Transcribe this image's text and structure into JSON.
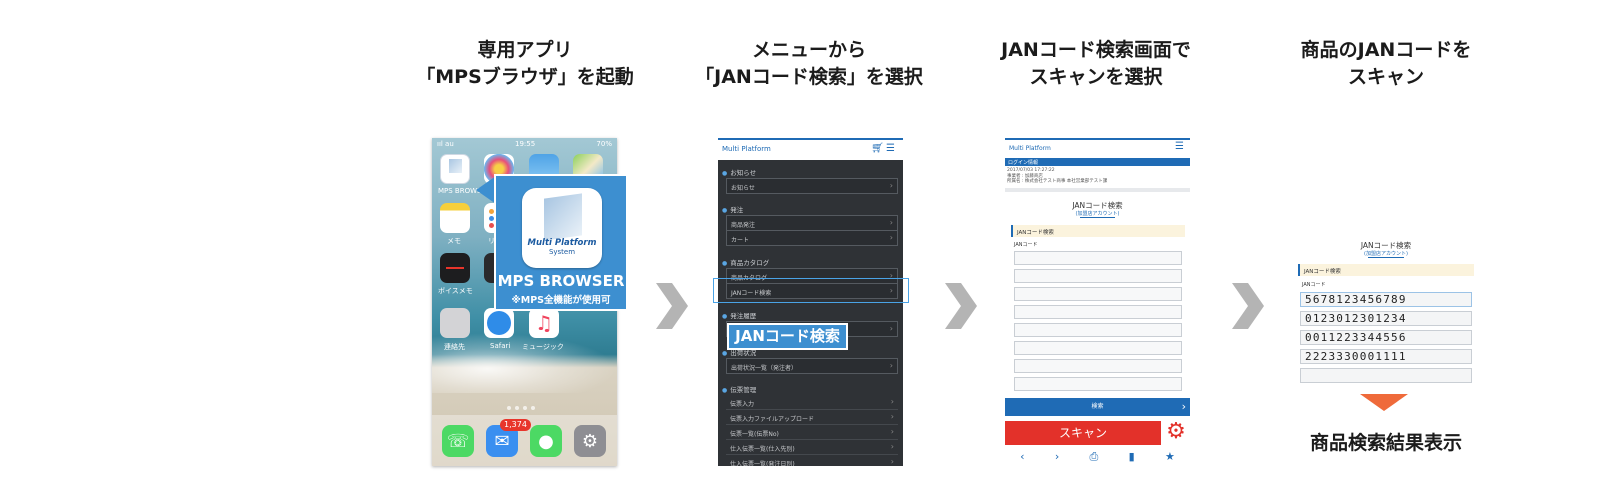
{
  "steps": [
    {
      "line1": "専用アプリ",
      "line2": "「MPSブラウザ」を起動"
    },
    {
      "line1": "メニューから",
      "line2": "「JANコード検索」を選択"
    },
    {
      "line1": "JANコード検索画面で",
      "line2": "スキャンを選択"
    },
    {
      "line1": "商品のJANコードを",
      "line2": "スキャン"
    }
  ],
  "phone1": {
    "status_left": "ııl au",
    "status_time": "19:55",
    "status_right": "70%",
    "mps_label": "MPS BROWSER",
    "memo_label": "メモ",
    "rima_label": "リマ",
    "voice_label": "ボイスメモ",
    "contacts_label": "連絡先",
    "safari_label": "Safari",
    "music_label": "ミュージック",
    "mail_badge": "1,374"
  },
  "popup": {
    "logo_line1": "Multi Platform",
    "logo_line2": "System",
    "title": "MPS BROWSER",
    "subtitle": "※MPS全機能が使用可"
  },
  "phone2": {
    "logo": "Multi Platform",
    "sec_notice": "お知らせ",
    "row_notice": "お知らせ",
    "sec_order": "発注",
    "row_order_entry": "商品発注",
    "row_cart": "カート",
    "sec_catalog": "商品カタログ",
    "row_catalog": "商品カタログ",
    "row_jan": "JANコード検索",
    "sec_history": "発注履歴",
    "sec_shipping": "出荷状況",
    "row_shipping": "出荷状況一覧（発注者）",
    "sec_slip": "伝票管理",
    "row_slip_entry": "伝票入力",
    "row_slip_upload": "伝票入力ファイルアップロード",
    "row_slip_list": "伝票一覧(伝票No)",
    "row_purchase": "仕入伝票一覧(仕入先別)",
    "row_purchase_date": "仕入伝票一覧(発注日別)"
  },
  "callout": {
    "label": "JANコード検索"
  },
  "phone3": {
    "logo": "Multi Platform",
    "login_bar": "ログイン情報",
    "login_line1": "2017/07/03 17:27:22",
    "login_line2": "事業者 : 加藤商店",
    "login_line3": "所属名 : 株式会社テスト商事 本社営業部テスト課",
    "page_title": "JANコード検索",
    "page_sub": "(加盟店アカウント)",
    "section": "JANコード検索",
    "field_label": "JANコード",
    "search_button": "検索",
    "scan_button": "スキャン"
  },
  "panel4": {
    "page_title": "JANコード検索",
    "page_sub": "(加盟店アカウント)",
    "section": "JANコード検索",
    "field_label": "JANコード",
    "codes": [
      "5678123456789",
      "0123012301234",
      "0011223344556",
      "2223330001111"
    ]
  },
  "result_label": "商品検索結果表示",
  "colors": {
    "accent": "#3d8fd0",
    "brand": "#1f6bb5",
    "scan": "#e3312a",
    "arrow": "#ef6a3a",
    "chevron": "#b4b4b4"
  }
}
